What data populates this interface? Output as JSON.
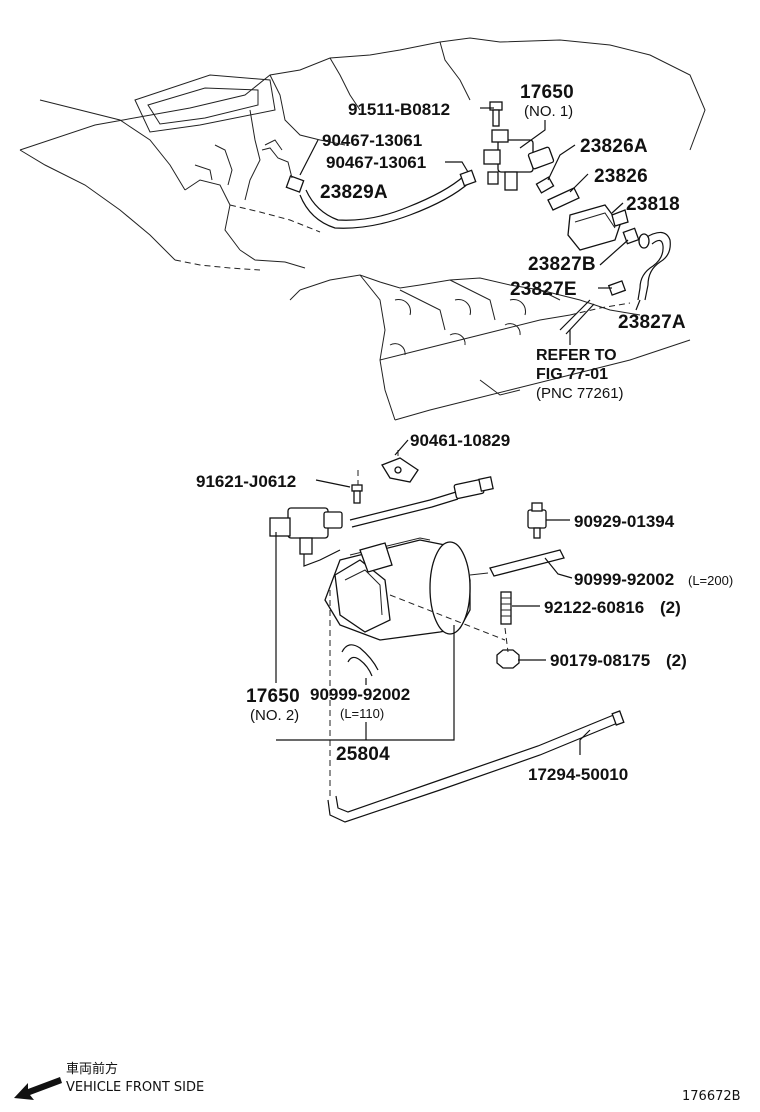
{
  "callouts": {
    "p17650_top": "17650",
    "p17650_top_sub": "(NO. 1)",
    "p91511": "91511-B0812",
    "p90467_a": "90467-13061",
    "p90467_b": "90467-13061",
    "p23829A": "23829A",
    "p23826A": "23826A",
    "p23826": "23826",
    "p23818": "23818",
    "p23827B": "23827B",
    "p23827E": "23827E",
    "p23827A": "23827A",
    "refer_1": "REFER TO",
    "refer_2": "FIG 77-01",
    "refer_3": "(PNC 77261)",
    "p90461": "90461-10829",
    "p91621": "91621-J0612",
    "p90929": "90929-01394",
    "p90999_a": "90999-92002",
    "p90999_a_len": "(L=200)",
    "p92122": "92122-60816",
    "p92122_qty": "(2)",
    "p90179": "90179-08175",
    "p90179_qty": "(2)",
    "p17650_bot": "17650",
    "p17650_bot_sub": "(NO. 2)",
    "p90999_b": "90999-92002",
    "p90999_b_len": "(L=110)",
    "p25804": "25804",
    "p17294": "17294-50010"
  },
  "footer": {
    "front_jp": "車両前方",
    "front_en": "VEHICLE FRONT SIDE",
    "diagram_id": "176672B"
  },
  "icons": {
    "front_arrow": "arrow-left-down-icon"
  }
}
